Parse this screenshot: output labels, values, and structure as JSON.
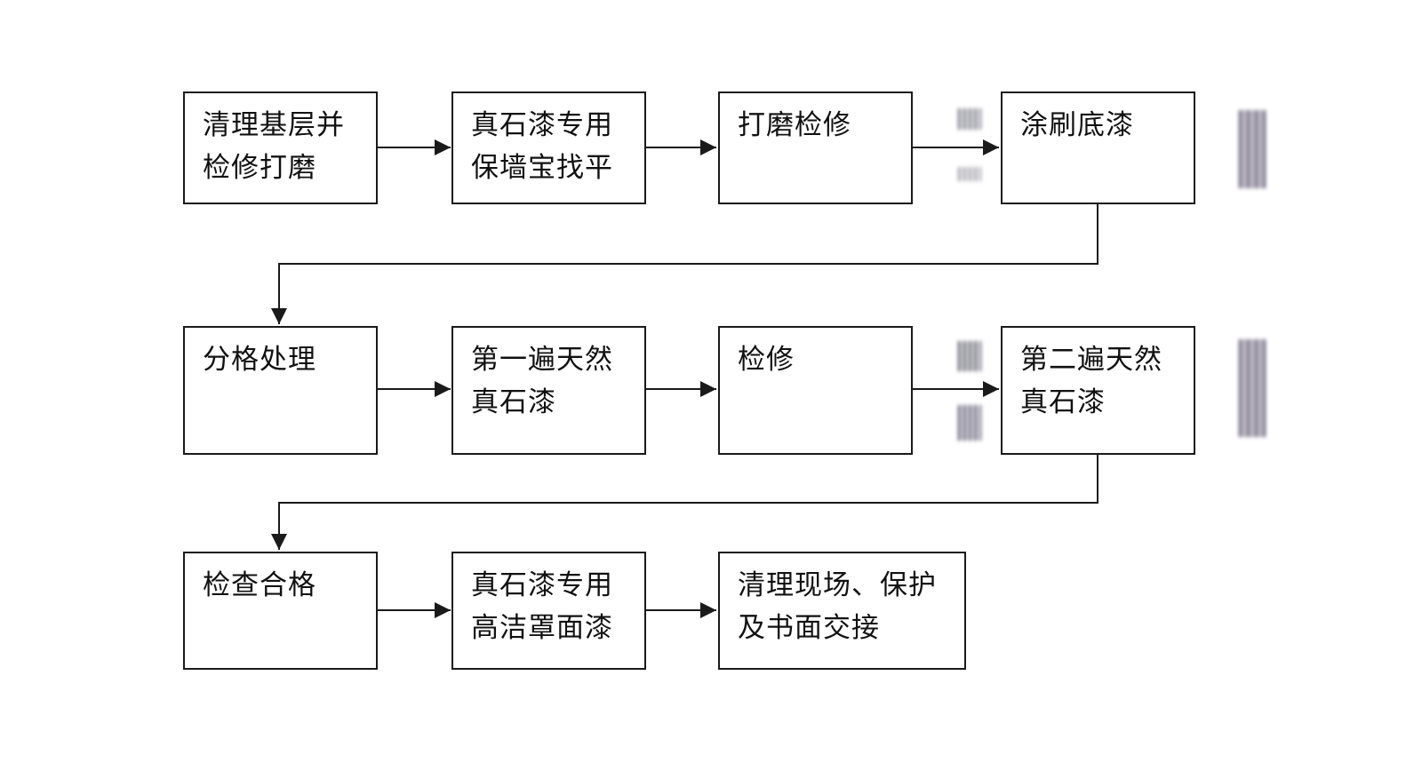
{
  "colors": {
    "stroke": "#1a1a1a",
    "text": "#111111",
    "background": "#ffffff"
  },
  "steps": [
    {
      "id": "s1",
      "lines": [
        "清理基层并",
        "检修打磨"
      ]
    },
    {
      "id": "s2",
      "lines": [
        "真石漆专用",
        "保墙宝找平"
      ]
    },
    {
      "id": "s3",
      "lines": [
        "打磨检修"
      ]
    },
    {
      "id": "s4",
      "lines": [
        "涂刷底漆"
      ]
    },
    {
      "id": "s5",
      "lines": [
        "分格处理"
      ]
    },
    {
      "id": "s6",
      "lines": [
        "第一遍天然",
        "真石漆"
      ]
    },
    {
      "id": "s7",
      "lines": [
        "检修"
      ]
    },
    {
      "id": "s8",
      "lines": [
        "第二遍天然",
        "真石漆"
      ]
    },
    {
      "id": "s9",
      "lines": [
        "检查合格"
      ]
    },
    {
      "id": "s10",
      "lines": [
        "真石漆专用",
        "高洁罩面漆"
      ]
    },
    {
      "id": "s11",
      "lines": [
        "清理现场、保护",
        "及书面交接"
      ]
    }
  ],
  "edges": [
    {
      "from": "s1",
      "to": "s2"
    },
    {
      "from": "s2",
      "to": "s3"
    },
    {
      "from": "s3",
      "to": "s4"
    },
    {
      "from": "s4",
      "to": "s5"
    },
    {
      "from": "s5",
      "to": "s6"
    },
    {
      "from": "s6",
      "to": "s7"
    },
    {
      "from": "s7",
      "to": "s8"
    },
    {
      "from": "s8",
      "to": "s9"
    },
    {
      "from": "s9",
      "to": "s10"
    },
    {
      "from": "s10",
      "to": "s11"
    }
  ]
}
